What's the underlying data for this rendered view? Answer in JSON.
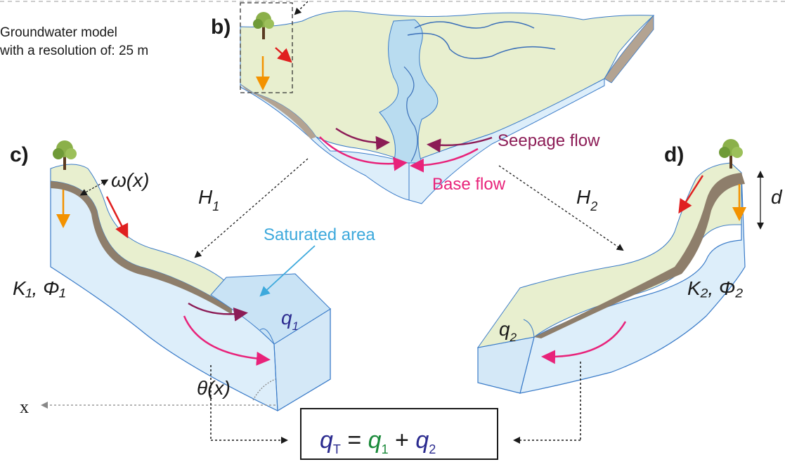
{
  "model_note": {
    "line1": "Groundwater model",
    "line2": "with a resolution of: 25 m"
  },
  "panels": {
    "b": {
      "letter": "b)"
    },
    "c": {
      "letter": "c)",
      "width_label": "ω(x)",
      "hillslope": "H",
      "hillslope_sub": "1",
      "params": "K₁,  Φ₁",
      "flux": "q",
      "flux_sub": "1",
      "angle": "θ(x)",
      "axis": "x"
    },
    "d": {
      "letter": "d)",
      "depth_label": "d",
      "hillslope": "H",
      "hillslope_sub": "2",
      "params": "K₂,  Φ₂",
      "flux": "q",
      "flux_sub": "2"
    }
  },
  "flows": {
    "seepage": "Seepage flow",
    "base": "Base flow",
    "saturated": "Saturated area"
  },
  "equation": {
    "lhs": "q",
    "lhs_sub": "T",
    "eq": " = ",
    "t1": "q",
    "t1_sub": "1",
    "plus": " + ",
    "t2": "q",
    "t2_sub": "2"
  },
  "colors": {
    "land_top": "#e8efcf",
    "soil": "#b3a392",
    "aquifer": "#ddeefa",
    "outline": "#3a7bc8",
    "river": "#b9dcf0",
    "stream_line": "#3a6fb8",
    "seepage_arrow": "#8c1c56",
    "base_arrow": "#e8237a",
    "surface_arrow": "#e02020",
    "vertical_arrow": "#f39200",
    "saturated_text": "#3da9dc",
    "q1_color": "#1a8a3a",
    "q2_color": "#2b2b8f"
  }
}
